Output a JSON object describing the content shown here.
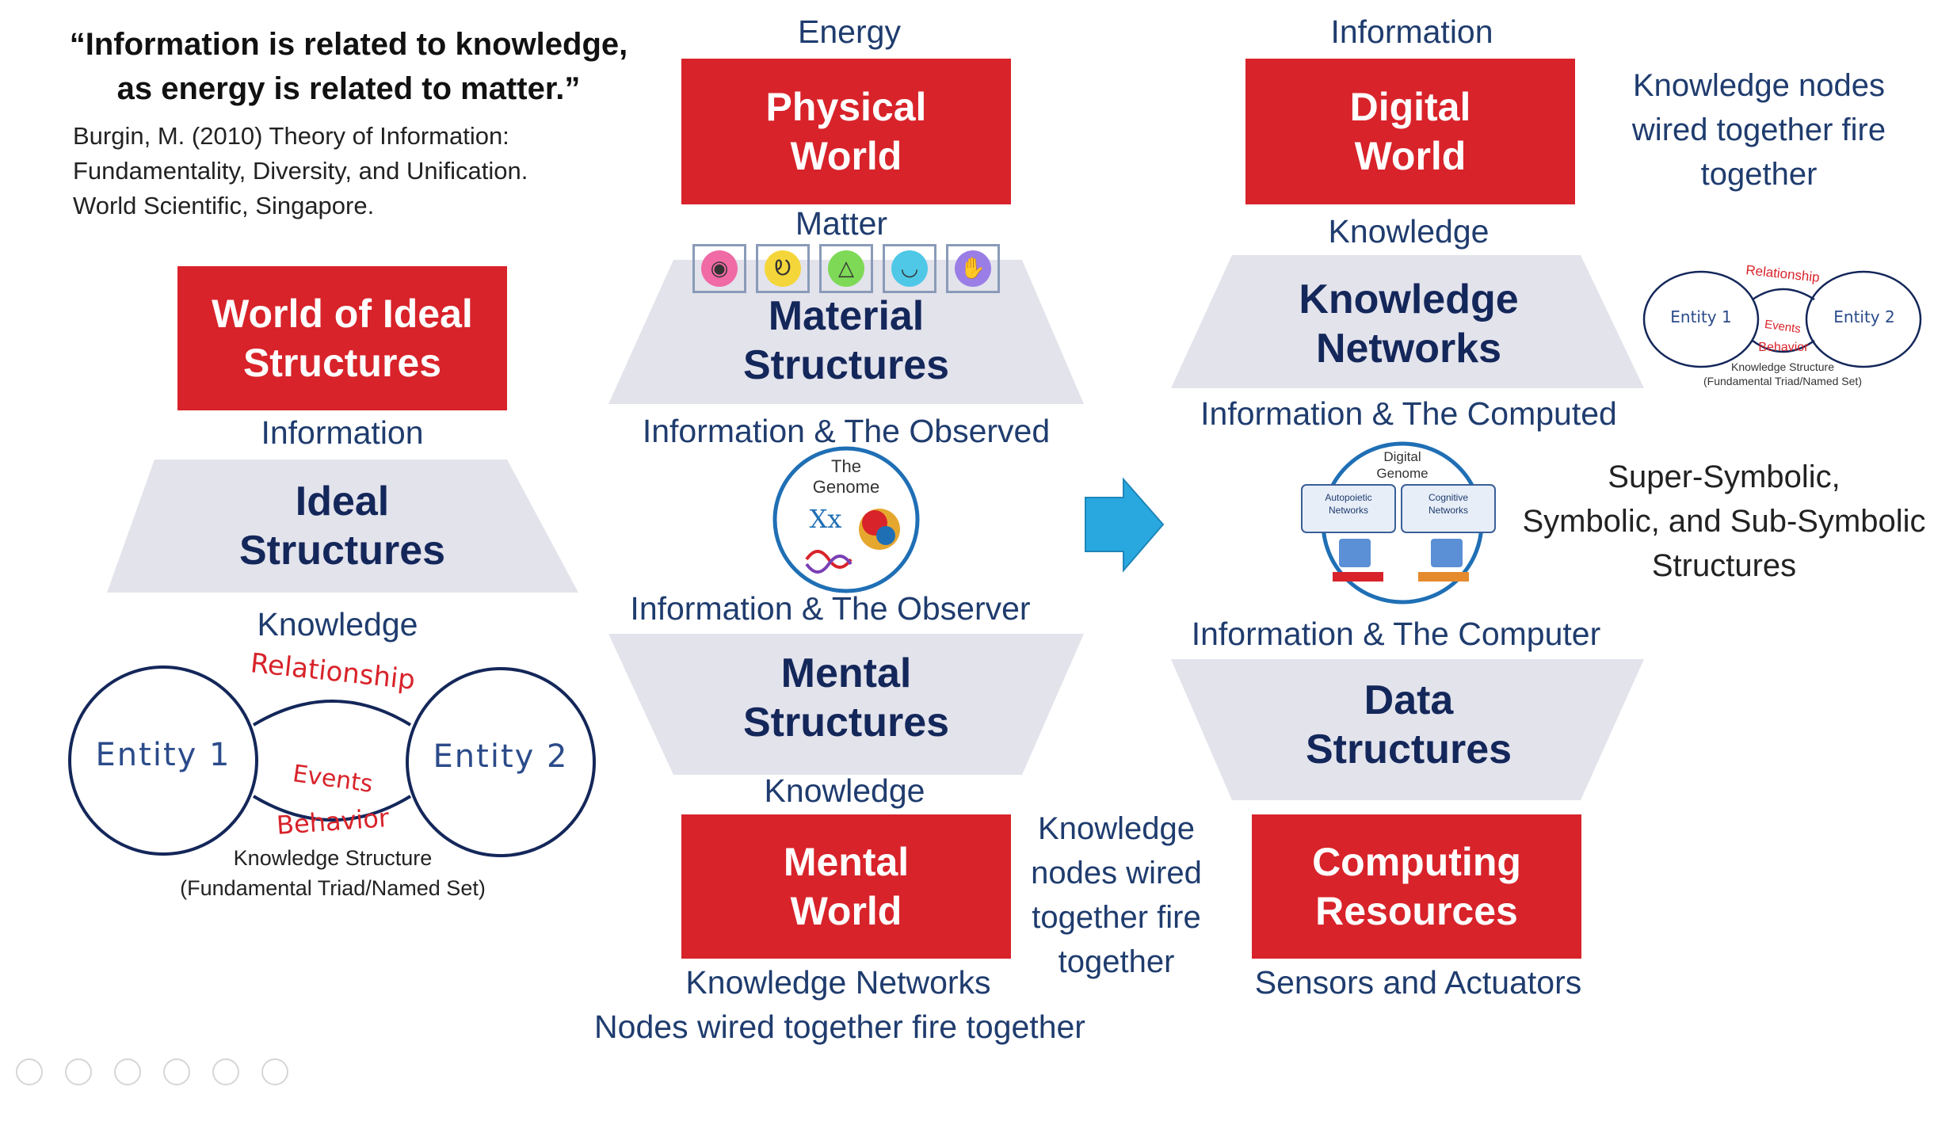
{
  "quote": {
    "line1": "“Information is related to knowledge,",
    "line2": "as energy is related to matter.”",
    "cite1": "Burgin, M. (2010) Theory of Information:",
    "cite2": "Fundamentality, Diversity, and Unification.",
    "cite3": "World Scientific, Singapore."
  },
  "left": {
    "box1": "World of Ideal",
    "box2": "Structures",
    "label_information": "Information",
    "trap1": "Ideal",
    "trap2": "Structures",
    "label_knowledge": "Knowledge",
    "triad": {
      "entity1": "Entity 1",
      "entity2": "Entity 2",
      "relationship": "Relationship",
      "events": "Events",
      "behavior": "Behavior",
      "caption1": "Knowledge Structure",
      "caption2": "(Fundamental Triad/Named Set)"
    }
  },
  "center": {
    "label_energy": "Energy",
    "box1": "Physical",
    "box2": "World",
    "label_matter": "Matter",
    "senses": [
      "eye-icon",
      "ear-icon",
      "nose-icon",
      "mouth-icon",
      "hand-icon"
    ],
    "trap1_line1": "Material",
    "trap1_line2": "Structures",
    "label_observed": "Information & The Observed",
    "genome1": "The",
    "genome2": "Genome",
    "genome_glyph": "Xx",
    "label_observer": "Information & The Observer",
    "trap2_line1": "Mental",
    "trap2_line2": "Structures",
    "label_knowledge": "Knowledge",
    "box3": "Mental",
    "box4": "World",
    "side1": "Knowledge",
    "side2": "nodes wired",
    "side3": "together fire",
    "side4": "together",
    "label_networks": "Knowledge Networks",
    "label_nodes": "Nodes wired together fire together"
  },
  "right": {
    "label_information": "Information",
    "box1": "Digital",
    "box2": "World",
    "side1": "Knowledge nodes",
    "side2": "wired together fire",
    "side3": "together",
    "label_knowledge": "Knowledge",
    "trap1_line1": "Knowledge",
    "trap1_line2": "Networks",
    "triad": {
      "entity1": "Entity 1",
      "entity2": "Entity 2",
      "relationship": "Relationship",
      "events": "Events",
      "behavior": "Behavior",
      "caption1": "Knowledge Structure",
      "caption2": "(Fundamental Triad/Named Set)"
    },
    "label_computed": "Information & The Computed",
    "dg_title1": "Digital",
    "dg_title2": "Genome",
    "dg_box1a": "Autopoietic",
    "dg_box1b": "Networks",
    "dg_box2a": "Cognitive",
    "dg_box2b": "Networks",
    "sym1": "Super-Symbolic,",
    "sym2": "Symbolic, and Sub-Symbolic",
    "sym3": "Structures",
    "label_computer": "Information & The Computer",
    "trap2_line1": "Data",
    "trap2_line2": "Structures",
    "box3": "Computing",
    "box4": "Resources",
    "label_sensors": "Sensors and Actuators"
  },
  "colors": {
    "red": "#d8232a",
    "trapezoid": "#e3e3ec",
    "navy": "#14275a",
    "label_blue": "#1f3c6e",
    "arrow": "#29a8e0"
  }
}
